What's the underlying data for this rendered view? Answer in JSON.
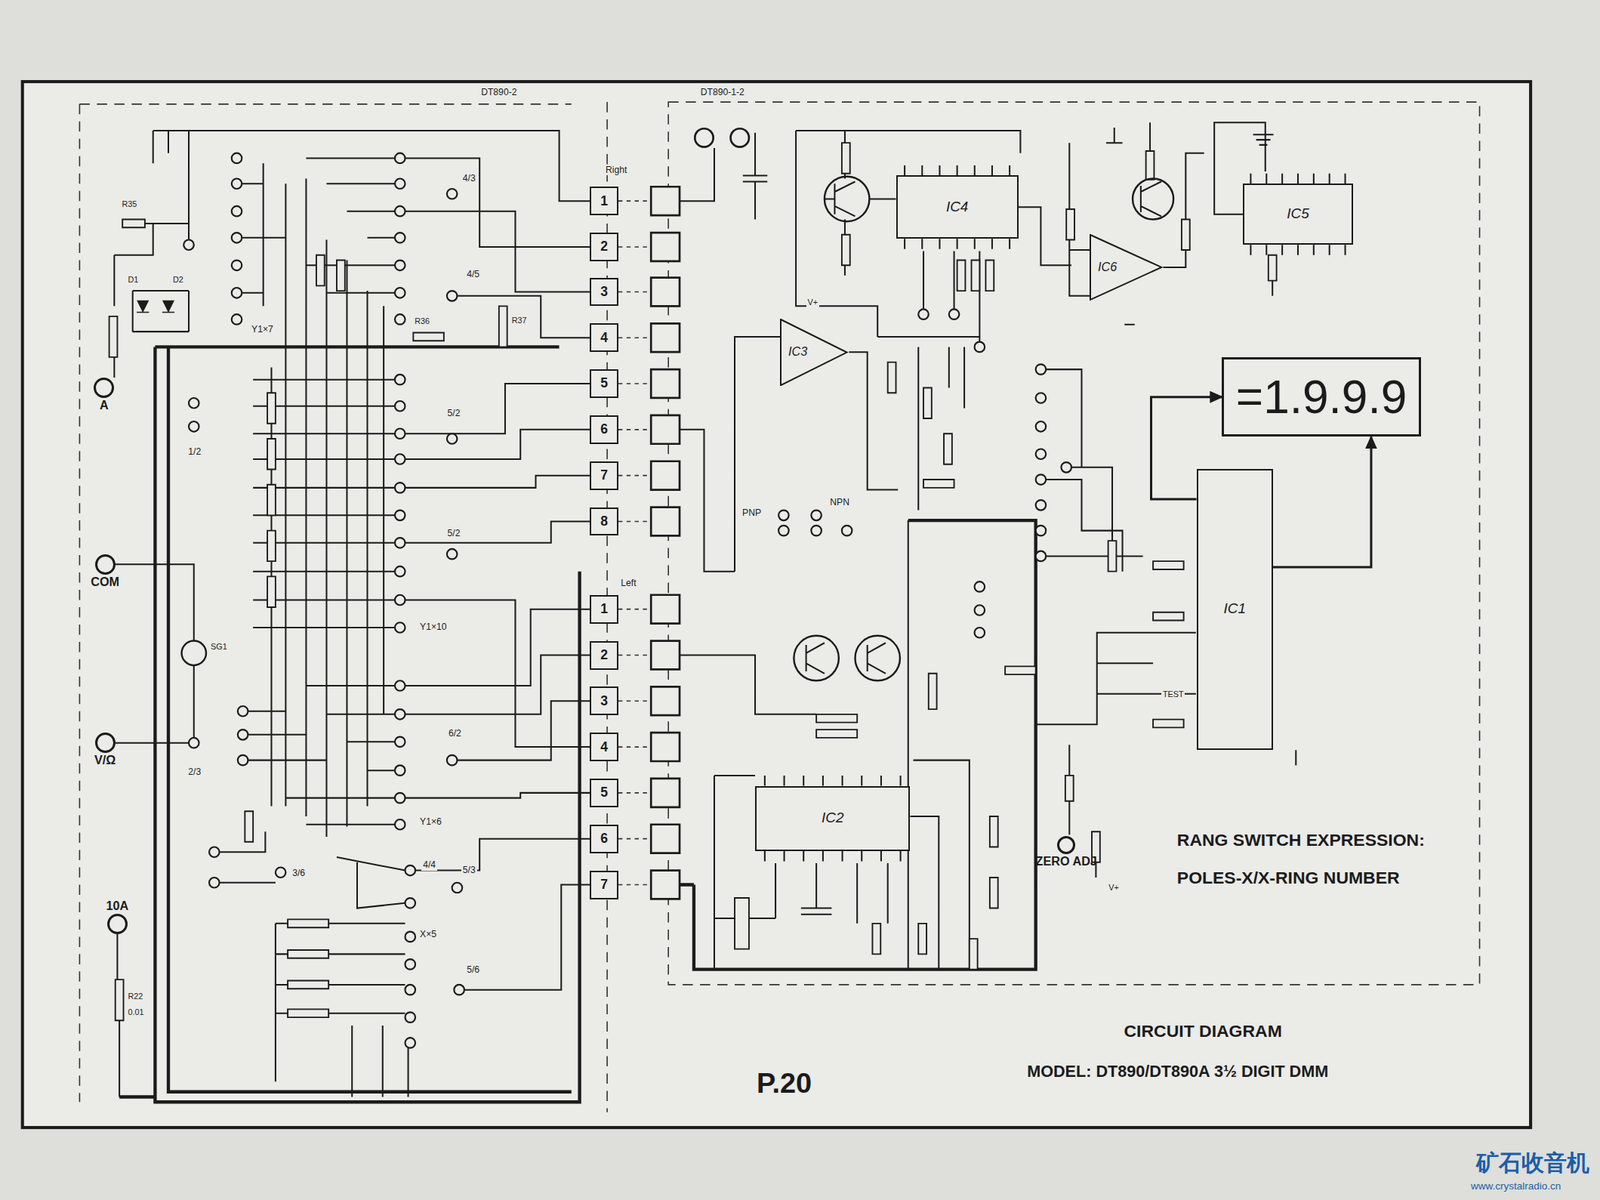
{
  "diagram": {
    "title": "CIRCUIT DIAGRAM",
    "caption": "MODEL: DT890/DT890A 3½ DIGIT DMM",
    "nodes": [
      {
        "text": [
          "A"
        ]
      },
      {
        "text": [
          "COM"
        ]
      },
      {
        "text": [
          "V/Ω"
        ]
      },
      {
        "text": [
          "10A"
        ]
      },
      {
        "text": [
          "1"
        ]
      },
      {
        "text": [
          "2"
        ]
      },
      {
        "text": [
          "3"
        ]
      },
      {
        "text": [
          "4"
        ]
      },
      {
        "text": [
          "5"
        ]
      },
      {
        "text": [
          "6"
        ]
      },
      {
        "text": [
          "7"
        ]
      },
      {
        "text": [
          "8"
        ]
      },
      {
        "text": [
          "1"
        ]
      },
      {
        "text": [
          "2"
        ]
      },
      {
        "text": [
          "3"
        ]
      },
      {
        "text": [
          "4"
        ]
      },
      {
        "text": [
          "5"
        ]
      },
      {
        "text": [
          "6"
        ]
      },
      {
        "text": [
          "7"
        ]
      },
      {
        "text": [
          "IC4"
        ]
      },
      {
        "text": [
          "IC6"
        ]
      },
      {
        "text": [
          "IC5"
        ]
      },
      {
        "text": [
          "IC3"
        ]
      },
      {
        "text": [
          "=1.9.9.9"
        ]
      },
      {
        "text": [
          "IC1"
        ]
      },
      {
        "text": [
          "IC2"
        ]
      },
      {
        "text": [
          "ZERO ADJ"
        ]
      }
    ],
    "edges": [
      {
        "from": 24,
        "to": 23,
        "arrow": "to"
      },
      {
        "from": 24,
        "to": 23,
        "arrow": "to"
      }
    ],
    "labels": [
      "DT890-2",
      "DT890-1-2",
      "Right",
      "Left",
      "RANG SWITCH EXPRESSION:",
      "POLES-X/X-RING NUMBER",
      "P.20",
      "PNP",
      "NPN",
      "SG1",
      "R35",
      "D1",
      "D2",
      "R36",
      "R37",
      "Y1×7",
      "Y1×10",
      "Y1×6",
      "X×5",
      "1/2",
      "2/3",
      "5/2",
      "5/2",
      "6/2",
      "5/3",
      "5/6",
      "4/3",
      "4/5",
      "4/4",
      "3/6",
      "TEST",
      "R22",
      "0.01",
      "V+",
      "V+",
      "矿石收音机",
      "www.crystalradio.cn"
    ]
  }
}
